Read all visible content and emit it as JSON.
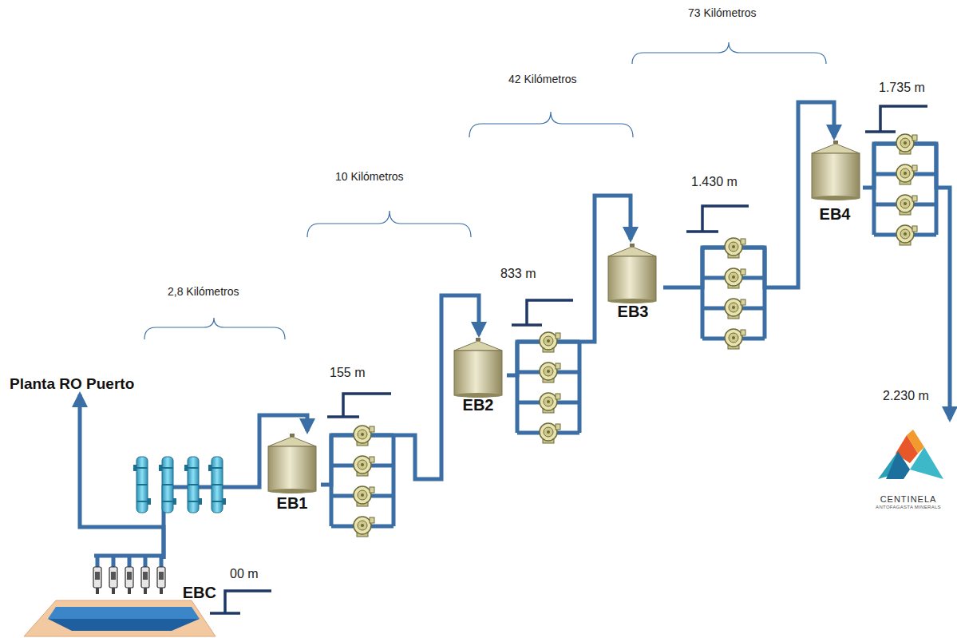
{
  "diagram": {
    "nodes": [
      {
        "text": [
          "Planta RO Puerto"
        ]
      },
      {
        "text": [
          "EBC"
        ]
      },
      {
        "text": [
          "EB1"
        ]
      },
      {
        "text": [
          "EB2"
        ]
      },
      {
        "text": [
          "EB3"
        ]
      },
      {
        "text": [
          "EB4"
        ]
      },
      {
        "text": [
          "CENTINELA",
          "ANTOFAGASTA MINERALS"
        ]
      }
    ],
    "edges": [
      {
        "from": 1,
        "to": 0,
        "arrow": "to"
      },
      {
        "from": 1,
        "to": 2,
        "arrow": "to"
      },
      {
        "from": 2,
        "to": 3,
        "arrow": "to"
      },
      {
        "from": 3,
        "to": 4,
        "arrow": "to"
      },
      {
        "from": 4,
        "to": 5,
        "arrow": "to"
      },
      {
        "from": 5,
        "to": 6,
        "arrow": "to"
      }
    ],
    "labels": [
      "73 Kilómetros",
      "42 Kilómetros",
      "10 Kilómetros",
      "2,8 Kilómetros",
      "1.735 m",
      "1.430 m",
      "833 m",
      "155 m",
      "00 m",
      "2.230 m"
    ]
  }
}
